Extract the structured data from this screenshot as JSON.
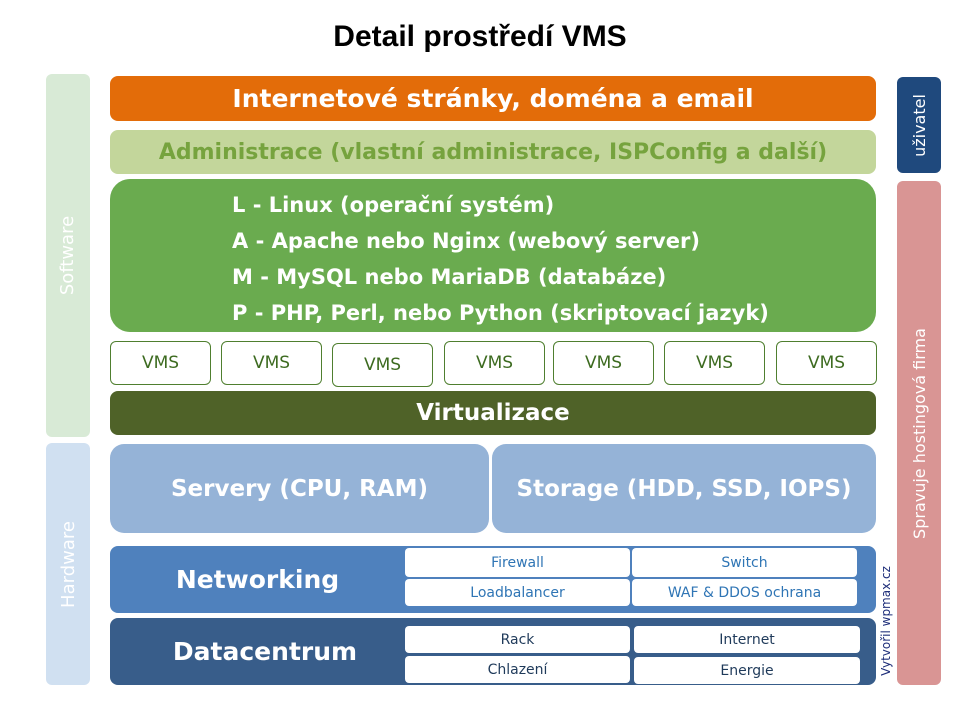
{
  "title": "Detail prostředí VMS",
  "sidebars": {
    "software": "Software",
    "hardware": "Hardware",
    "user": "uživatel",
    "hosting": "Spravuje hostingová firma",
    "credit": "Vytvořil wpmax.cz"
  },
  "layers": {
    "web": "Internetové stránky, doména a email",
    "admin": "Administrace (vlastní administrace, ISPConfig a další)",
    "lamp": [
      "L -  Linux (operační systém)",
      "A - Apache nebo Nginx (webový server)",
      "M - MySQL nebo MariaDB (databáze)",
      "P - PHP, Perl, nebo Python (skriptovací jazyk)"
    ],
    "vms": [
      "VMS",
      "VMS",
      "VMS",
      "VMS",
      "VMS",
      "VMS",
      "VMS"
    ],
    "virtualization": "Virtualizace",
    "servers": "Servery (CPU, RAM)",
    "storage": "Storage (HDD, SSD, IOPS)",
    "networking": {
      "label": "Networking",
      "items": [
        "Firewall",
        "Switch",
        "Loadbalancer",
        "WAF & DDOS ochrana"
      ]
    },
    "datacenter": {
      "label": "Datacentrum",
      "items": [
        "Rack",
        "Internet",
        "Chlazení",
        "Energie"
      ]
    }
  },
  "colors": {
    "web": "#e36c09",
    "admin": "#c3d69b",
    "lamp": "#6aab4f",
    "virtualization": "#4f6228",
    "servers": "#95b3d7",
    "networking": "#4f81bd",
    "datacenter": "#385d8a",
    "user": "#1f497d",
    "hosting": "#d99594"
  }
}
